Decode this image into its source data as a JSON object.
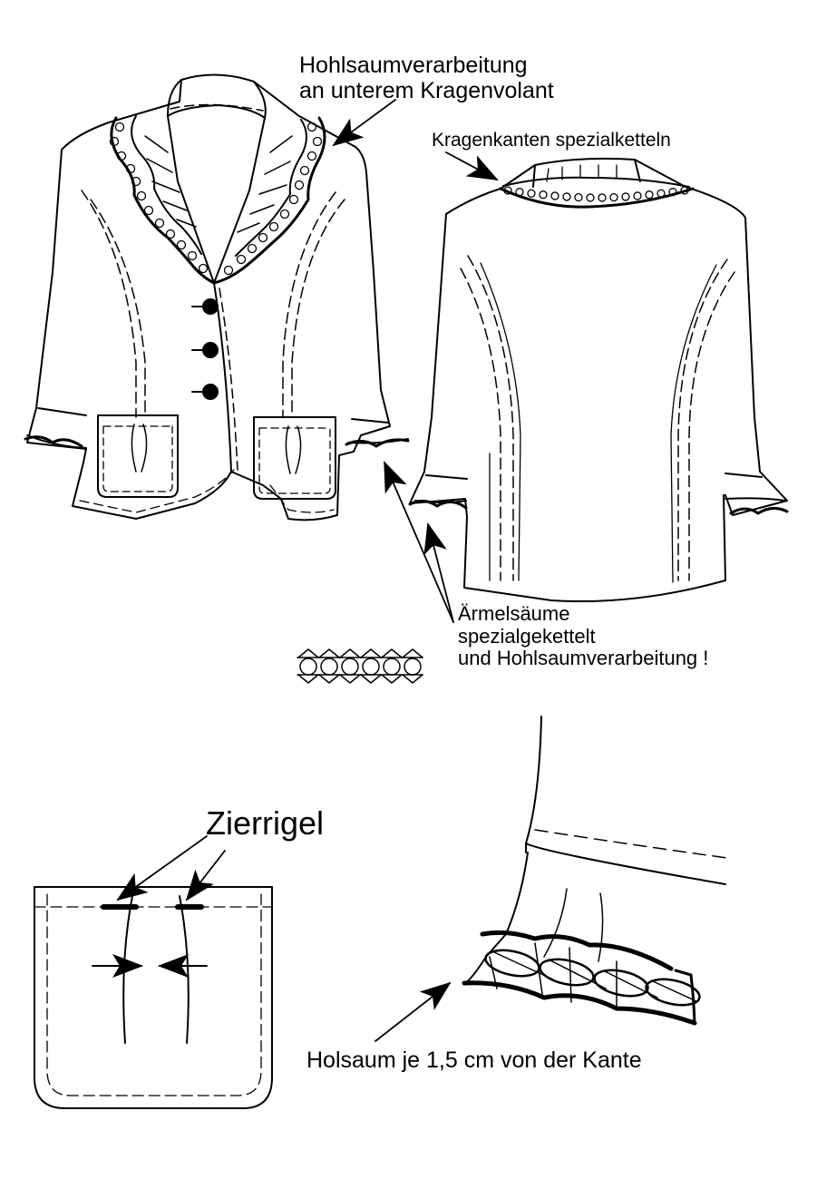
{
  "labels": {
    "collar_hemstitch": [
      "Hohlsaumverarbeitung",
      "an unterem Kragenvolant"
    ],
    "collar_edges": "Kragenkanten spezialketteln",
    "sleeve_hems": [
      "Ärmelsäume",
      "spezialgekettelt",
      "und Hohlsaumverarbeitung !"
    ],
    "decor_bartack": "Zierrigel",
    "hemstitch_distance": "Holsaum je 1,5 cm von der Kante"
  },
  "colors": {
    "ink": "#000000",
    "paper": "#ffffff"
  }
}
